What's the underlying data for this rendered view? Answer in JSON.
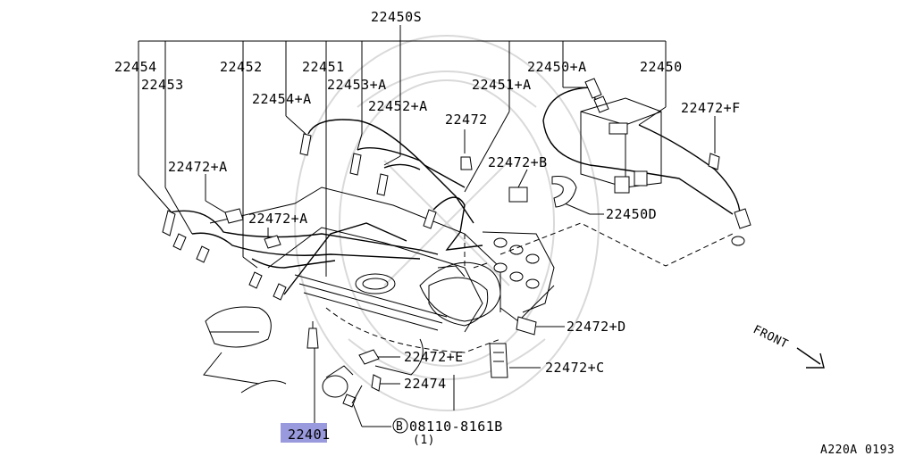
{
  "labels": {
    "set": "22450S",
    "c22454": "22454",
    "c22453": "22453",
    "c22452": "22452",
    "c22451": "22451",
    "c22454A": "22454+A",
    "c22453A": "22453+A",
    "c22452A": "22452+A",
    "c22451A": "22451+A",
    "c22450A": "22450+A",
    "c22450": "22450",
    "c22472": "22472",
    "c22472B": "22472+B",
    "c22472F": "22472+F",
    "c22472A_1": "22472+A",
    "c22472A_2": "22472+A",
    "c22450D": "22450D",
    "c22472D": "22472+D",
    "c22472E": "22472+E",
    "c22472C": "22472+C",
    "c22474": "22474",
    "c22401": "22401",
    "bolt_symbol": "B",
    "bolt": "08110-8161B",
    "bolt_qty": "(1)",
    "front": "FRONT"
  },
  "footer": {
    "code": "A220A 0193"
  },
  "colors": {
    "highlight": "#9999dd",
    "line": "#000000",
    "watermark": "#d9d9d9"
  },
  "highlighted_part": "22401"
}
